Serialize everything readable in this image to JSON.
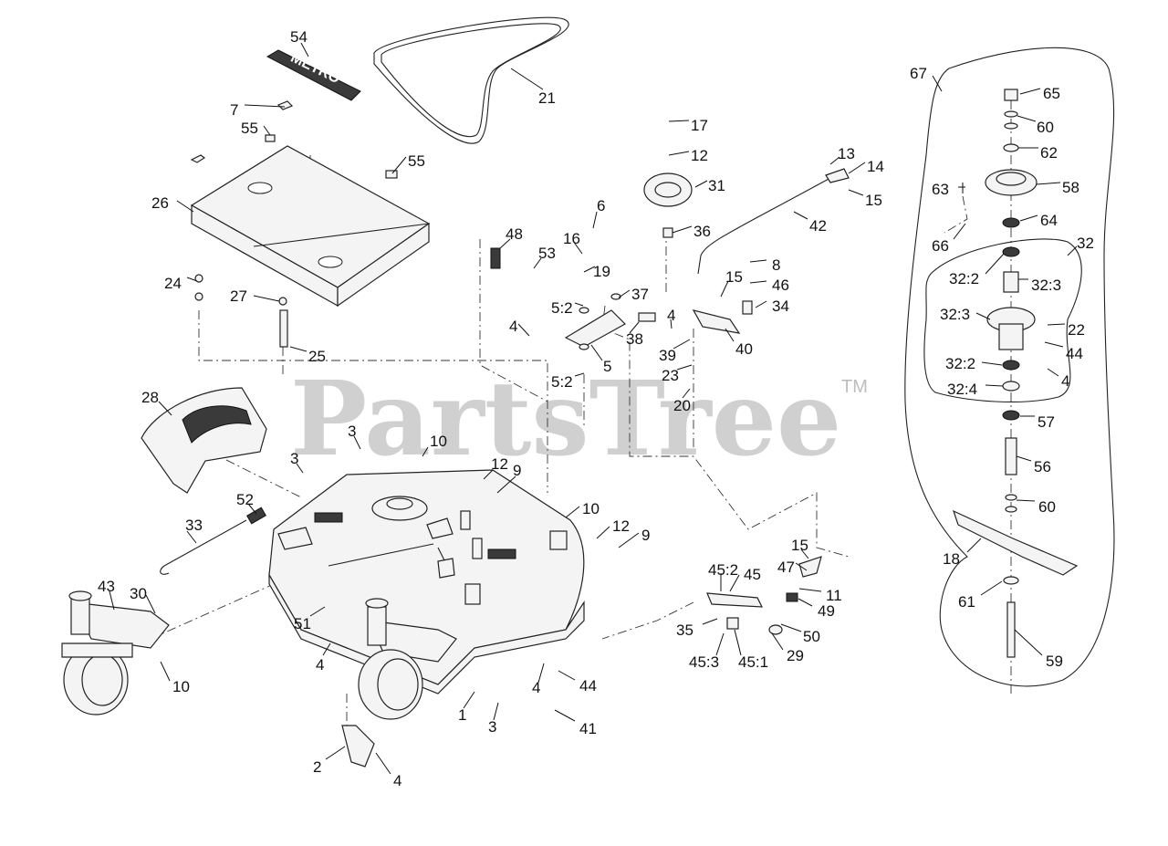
{
  "watermark": {
    "text": "PartsTree",
    "trademark": "TM"
  },
  "decals": {
    "top_cover_logo": "METRO"
  },
  "callouts": [
    {
      "id": "c54",
      "label": "54"
    },
    {
      "id": "c21",
      "label": "21"
    },
    {
      "id": "c7",
      "label": "7"
    },
    {
      "id": "c55a",
      "label": "55"
    },
    {
      "id": "c55b",
      "label": "55"
    },
    {
      "id": "c26",
      "label": "26"
    },
    {
      "id": "c24",
      "label": "24"
    },
    {
      "id": "c27",
      "label": "27"
    },
    {
      "id": "c25",
      "label": "25"
    },
    {
      "id": "c28",
      "label": "28"
    },
    {
      "id": "c3a",
      "label": "3"
    },
    {
      "id": "c3b",
      "label": "3"
    },
    {
      "id": "c10a",
      "label": "10"
    },
    {
      "id": "c12a",
      "label": "12"
    },
    {
      "id": "c9a",
      "label": "9"
    },
    {
      "id": "c52",
      "label": "52"
    },
    {
      "id": "c33",
      "label": "33"
    },
    {
      "id": "c43",
      "label": "43"
    },
    {
      "id": "c30",
      "label": "30"
    },
    {
      "id": "c10b",
      "label": "10"
    },
    {
      "id": "c51",
      "label": "51"
    },
    {
      "id": "c4a",
      "label": "4"
    },
    {
      "id": "c1",
      "label": "1"
    },
    {
      "id": "c3c",
      "label": "3"
    },
    {
      "id": "c4b",
      "label": "4"
    },
    {
      "id": "c44a",
      "label": "44"
    },
    {
      "id": "c41",
      "label": "41"
    },
    {
      "id": "c2",
      "label": "2"
    },
    {
      "id": "c4c",
      "label": "4"
    },
    {
      "id": "c10c",
      "label": "10"
    },
    {
      "id": "c12b",
      "label": "12"
    },
    {
      "id": "c9b",
      "label": "9"
    },
    {
      "id": "c17",
      "label": "17"
    },
    {
      "id": "c12c",
      "label": "12"
    },
    {
      "id": "c31",
      "label": "31"
    },
    {
      "id": "c36",
      "label": "36"
    },
    {
      "id": "c6",
      "label": "6"
    },
    {
      "id": "c48",
      "label": "48"
    },
    {
      "id": "c16",
      "label": "16"
    },
    {
      "id": "c53",
      "label": "53"
    },
    {
      "id": "c19",
      "label": "19"
    },
    {
      "id": "c52b",
      "label": "5:2"
    },
    {
      "id": "c4d",
      "label": "4"
    },
    {
      "id": "c37",
      "label": "37"
    },
    {
      "id": "c38",
      "label": "38"
    },
    {
      "id": "c5",
      "label": "5"
    },
    {
      "id": "c52c",
      "label": "5:2"
    },
    {
      "id": "c4e",
      "label": "4"
    },
    {
      "id": "c39",
      "label": "39"
    },
    {
      "id": "c23",
      "label": "23"
    },
    {
      "id": "c20",
      "label": "20"
    },
    {
      "id": "c13",
      "label": "13"
    },
    {
      "id": "c14",
      "label": "14"
    },
    {
      "id": "c15a",
      "label": "15"
    },
    {
      "id": "c42",
      "label": "42"
    },
    {
      "id": "c8",
      "label": "8"
    },
    {
      "id": "c15b",
      "label": "15"
    },
    {
      "id": "c46",
      "label": "46"
    },
    {
      "id": "c34",
      "label": "34"
    },
    {
      "id": "c40",
      "label": "40"
    },
    {
      "id": "c15c",
      "label": "15"
    },
    {
      "id": "c47",
      "label": "47"
    },
    {
      "id": "c11",
      "label": "11"
    },
    {
      "id": "c452",
      "label": "45:2"
    },
    {
      "id": "c45",
      "label": "45"
    },
    {
      "id": "c49",
      "label": "49"
    },
    {
      "id": "c35",
      "label": "35"
    },
    {
      "id": "c50",
      "label": "50"
    },
    {
      "id": "c29",
      "label": "29"
    },
    {
      "id": "c453",
      "label": "45:3"
    },
    {
      "id": "c451",
      "label": "45:1"
    },
    {
      "id": "c67",
      "label": "67"
    },
    {
      "id": "c65",
      "label": "65"
    },
    {
      "id": "c60a",
      "label": "60"
    },
    {
      "id": "c62",
      "label": "62"
    },
    {
      "id": "c63",
      "label": "63"
    },
    {
      "id": "c58",
      "label": "58"
    },
    {
      "id": "c64",
      "label": "64"
    },
    {
      "id": "c66",
      "label": "66"
    },
    {
      "id": "c32",
      "label": "32"
    },
    {
      "id": "c322a",
      "label": "32:2"
    },
    {
      "id": "c323a",
      "label": "32:3"
    },
    {
      "id": "c323b",
      "label": "32:3"
    },
    {
      "id": "c22",
      "label": "22"
    },
    {
      "id": "c44b",
      "label": "44"
    },
    {
      "id": "c322b",
      "label": "32:2"
    },
    {
      "id": "c4f",
      "label": "4"
    },
    {
      "id": "c324",
      "label": "32:4"
    },
    {
      "id": "c57",
      "label": "57"
    },
    {
      "id": "c56",
      "label": "56"
    },
    {
      "id": "c60b",
      "label": "60"
    },
    {
      "id": "c18",
      "label": "18"
    },
    {
      "id": "c61",
      "label": "61"
    },
    {
      "id": "c59",
      "label": "59"
    }
  ]
}
